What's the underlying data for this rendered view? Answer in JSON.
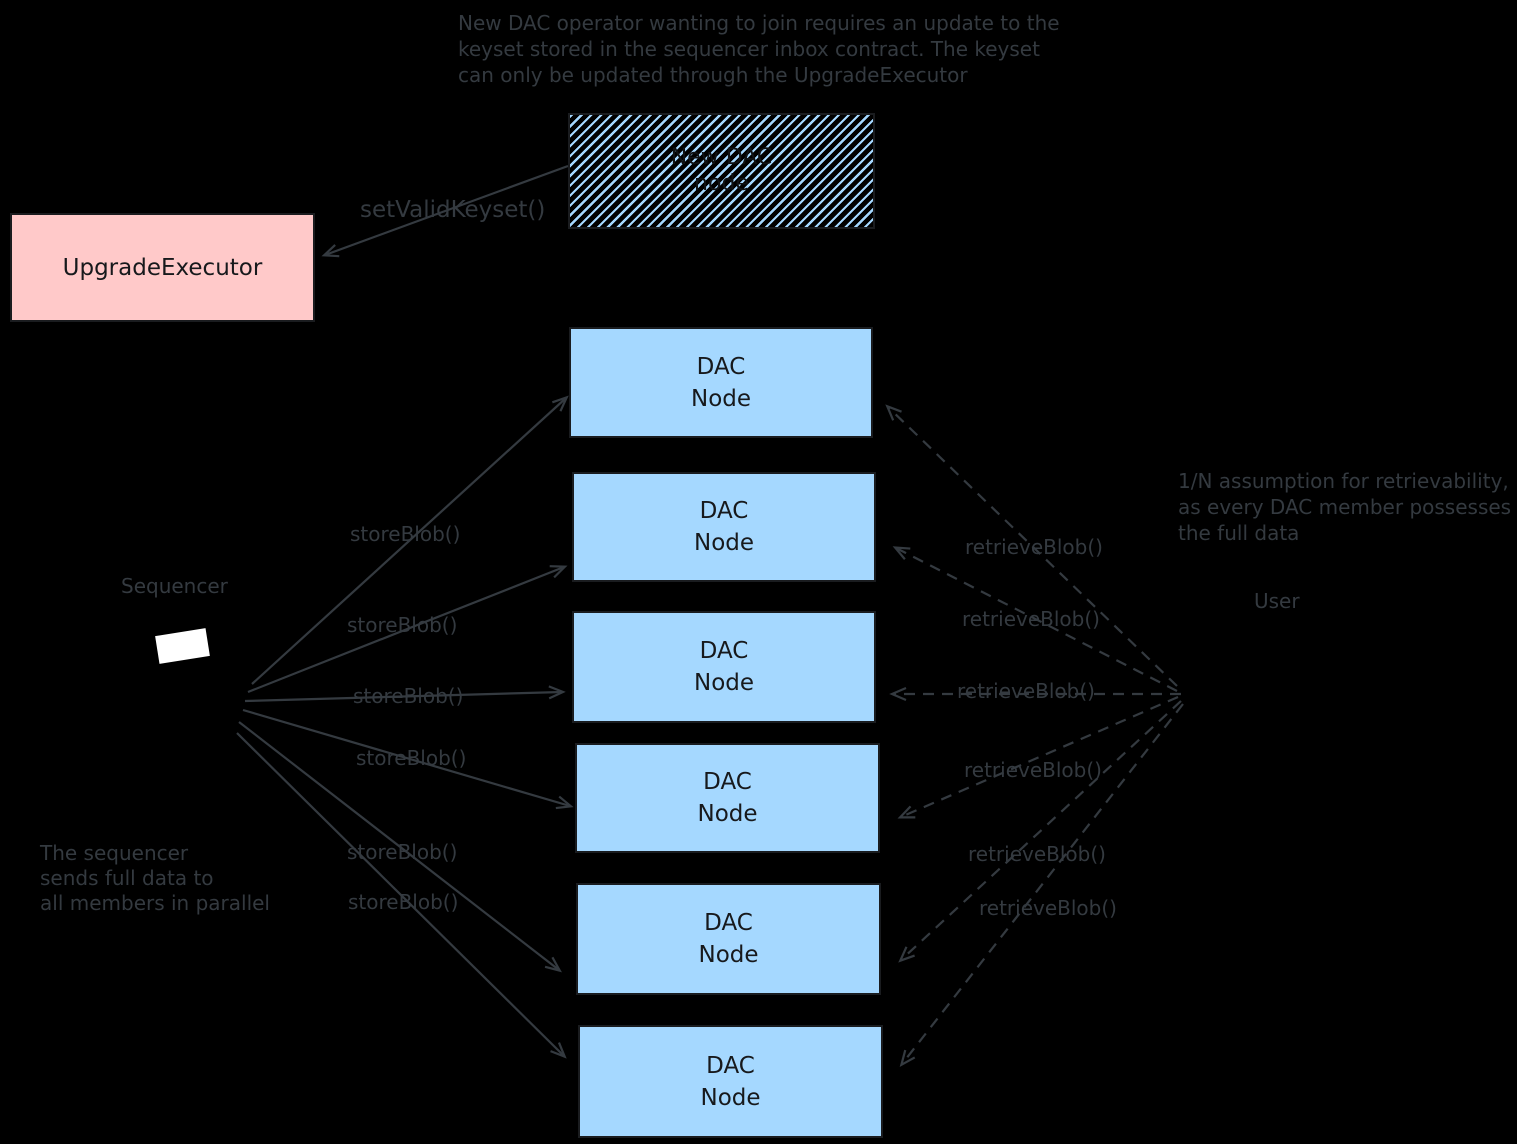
{
  "colors": {
    "canvas-bg": "#000000",
    "node-blue": "#a5d8ff",
    "node-pink": "#ffc9c9",
    "ink": "#343a40",
    "box-ink": "#17191c",
    "box-border": "#1a1c1f"
  },
  "notes": {
    "keyset_note": {
      "line1": "New DAC operator wanting to join requires an update to the",
      "line2": "keyset stored in the sequencer inbox contract. The keyset",
      "line3": "can only be updated through the UpgradeExecutor"
    },
    "parallel_note": {
      "line1": "The sequencer",
      "line2": "sends full data to",
      "line3": "all members in parallel"
    },
    "retrievability_note": {
      "line1": "1/N assumption for retrievability,",
      "line2": "as every DAC member possesses",
      "line3": "the full data"
    }
  },
  "nodes": {
    "new_dac_node": {
      "line1": "New DAC",
      "line2": "node"
    },
    "upgrade_executor": {
      "label": "UpgradeExecutor"
    },
    "dac_node": {
      "line1": "DAC",
      "line2": "Node",
      "count": 6
    },
    "sequencer": {
      "label": "Sequencer"
    },
    "user": {
      "label": "User"
    }
  },
  "edges": {
    "set_valid_keyset": "setValidKeyset()",
    "store_blob": "storeBlob()",
    "retrieve_blob": "retrieveBlob()"
  }
}
